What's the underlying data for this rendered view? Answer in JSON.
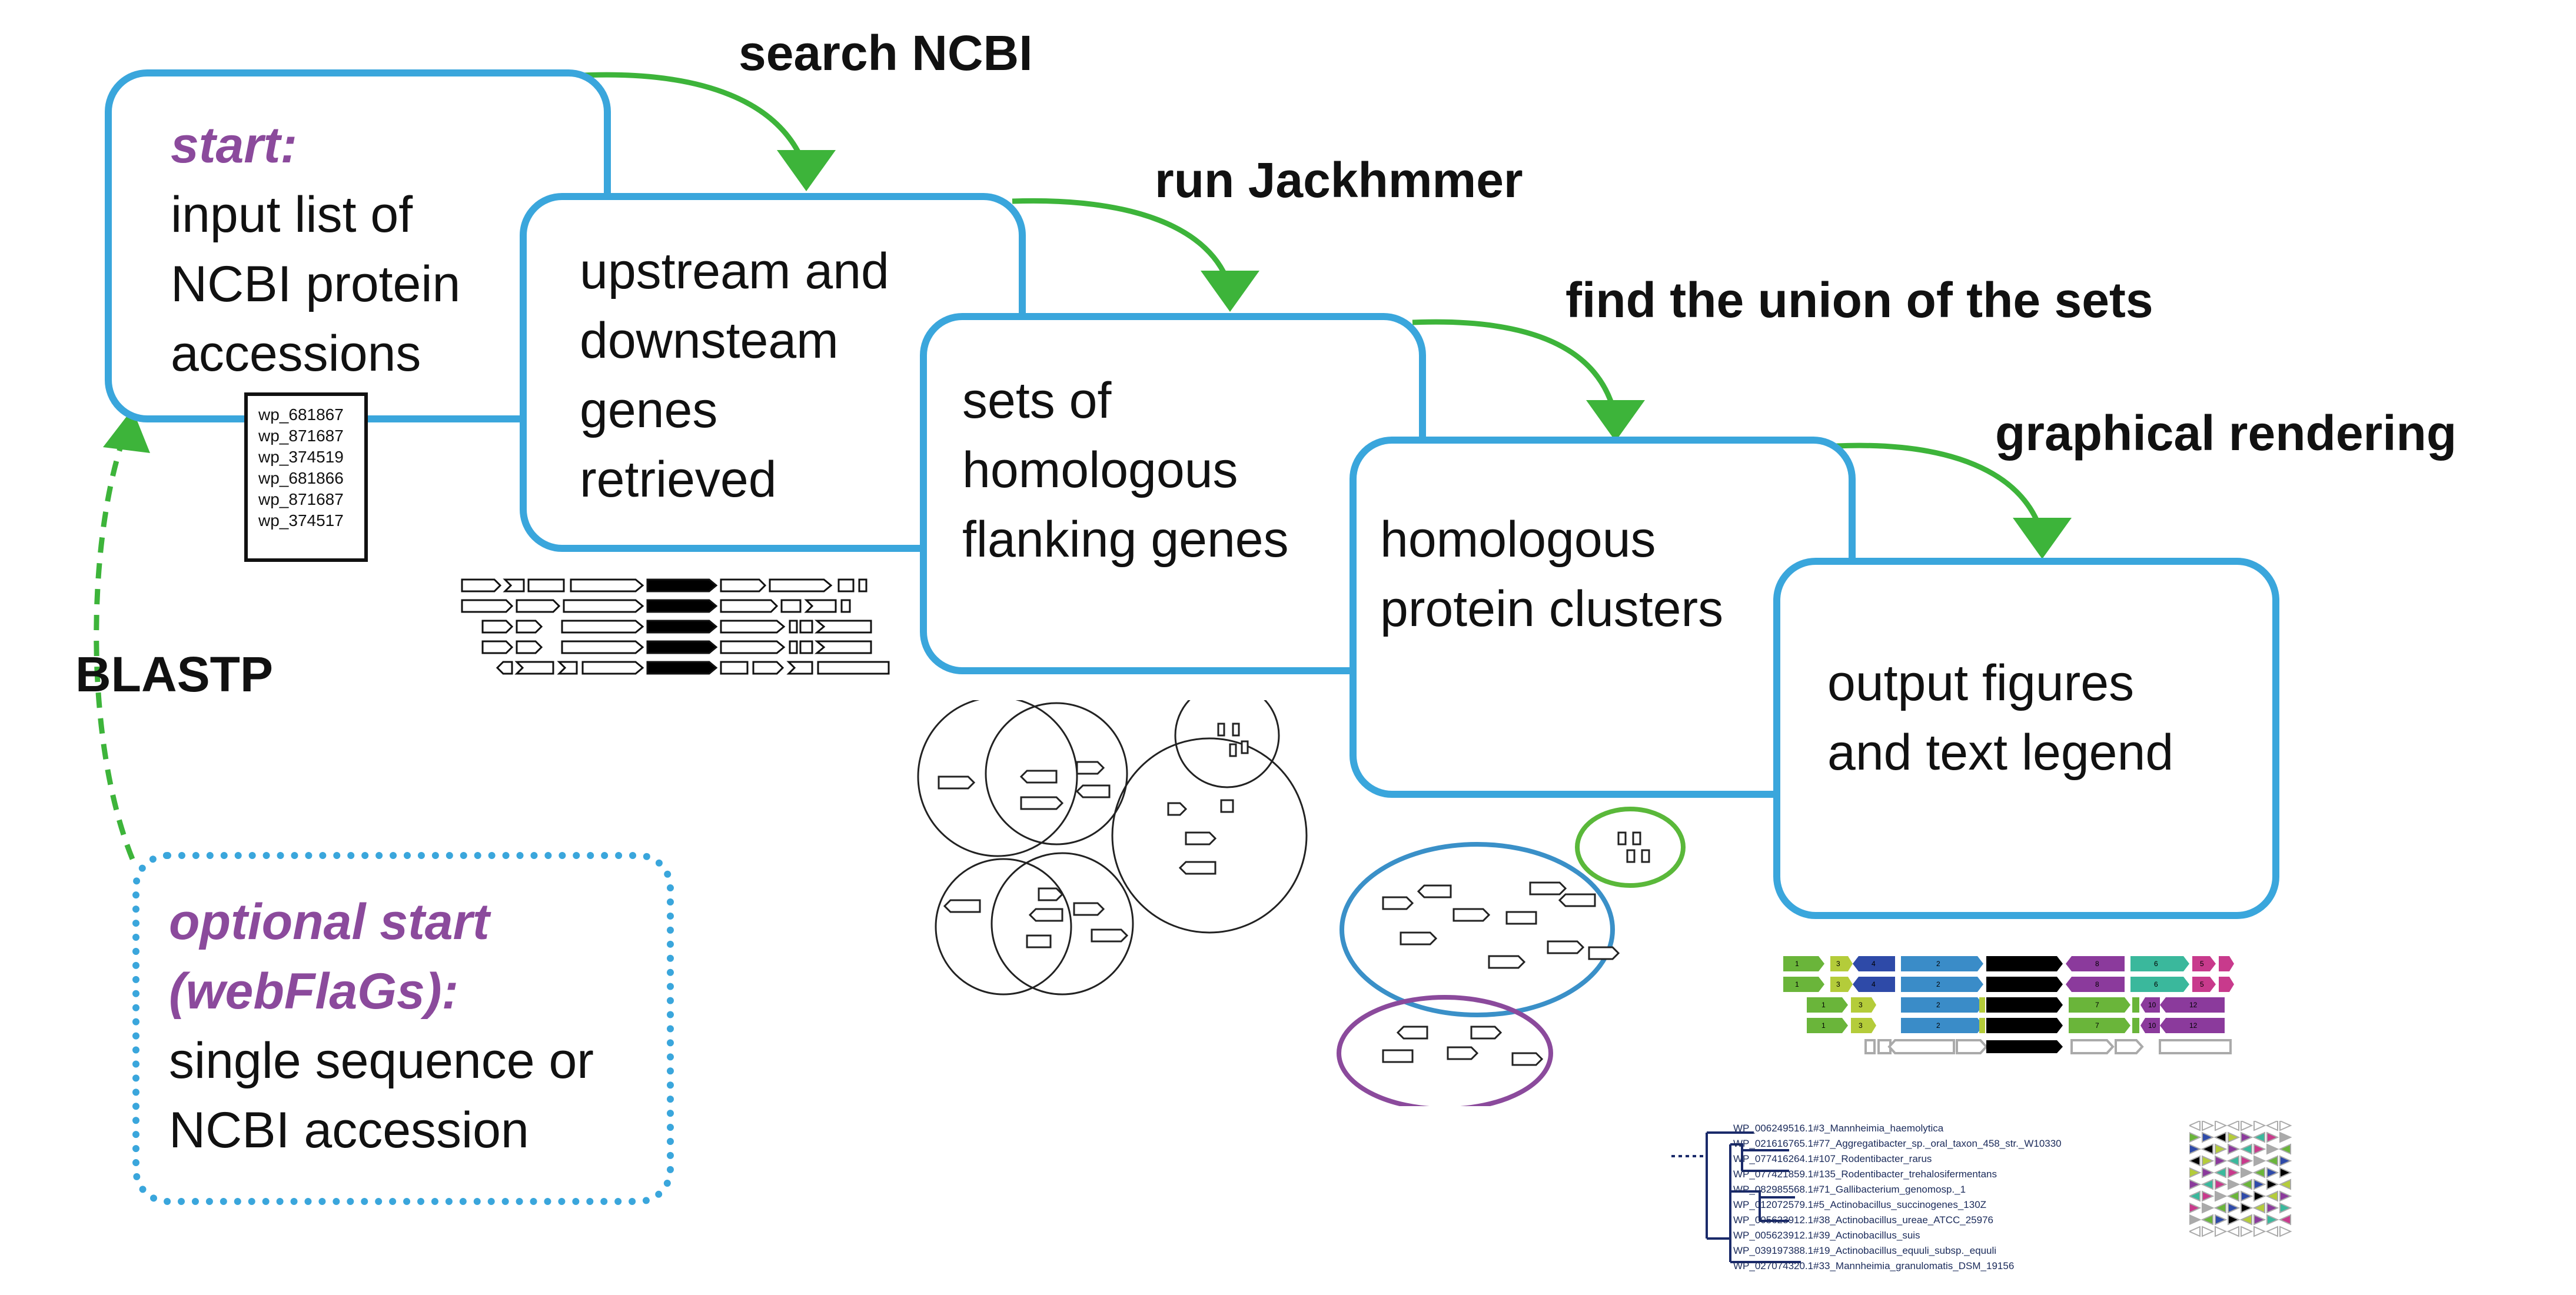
{
  "colors": {
    "box_border": "#3aa6dc",
    "arrow_green": "#3db43a",
    "purple_text": "#8b4a9c",
    "cluster_blue": "#3a90c8",
    "cluster_purple": "#8b4a9c",
    "cluster_green": "#5ab83a"
  },
  "boxes": {
    "start": {
      "title": "start:",
      "lines": [
        "input list of",
        "NCBI protein",
        "accessions"
      ]
    },
    "retrieved": {
      "lines": [
        "upstream and",
        "downsteam",
        "genes",
        "retrieved"
      ]
    },
    "homologous_sets": {
      "lines": [
        "sets of",
        "homologous",
        "flanking genes"
      ]
    },
    "clusters": {
      "lines": [
        "homologous",
        "protein clusters"
      ]
    },
    "output": {
      "lines": [
        "output figures",
        "and text legend"
      ]
    },
    "optional_start": {
      "title_lines": [
        "optional start",
        "(webFlaGs):"
      ],
      "lines": [
        "single sequence or",
        "NCBI accession"
      ]
    }
  },
  "step_labels": {
    "search": "search NCBI",
    "jackhmmer": "run Jackhmmer",
    "union": "find the union of the sets",
    "render": "graphical rendering",
    "blastp": "BLASTP"
  },
  "accessions": [
    "wp_681867",
    "wp_871687",
    "wp_374519",
    "wp_681866",
    "wp_871687",
    "wp_374517"
  ],
  "tree_leaves": [
    "WP_006249516.1#3_Mannheimia_haemolytica",
    "WP_021616765.1#77_Aggregatibacter_sp._oral_taxon_458_str._W10330",
    "WP_077416264.1#107_Rodentibacter_rarus",
    "WP_077421859.1#135_Rodentibacter_trehalosifermentans",
    "WP_082985568.1#71_Gallibacterium_genomosp._1",
    "WP_012072579.1#5_Actinobacillus_succinogenes_130Z",
    "WP_005623912.1#38_Actinobacillus_ureae_ATCC_25976",
    "WP_005623912.1#39_Actinobacillus_suis",
    "WP_039197388.1#19_Actinobacillus_equuli_subsp._equuli",
    "WP_027074320.1#33_Mannheimia_granulomatis_DSM_19156"
  ],
  "color_gene_rows": [
    [
      "1",
      "3",
      "4",
      "2",
      "",
      "8",
      "6",
      "5",
      ""
    ],
    [
      "1",
      "3",
      "4",
      "2",
      "",
      "8",
      "6",
      "5",
      ""
    ],
    [
      "1",
      "3",
      "2",
      "",
      "7",
      "",
      "10",
      "12"
    ],
    [
      "1",
      "3",
      "2",
      "",
      "7",
      "",
      "10",
      "12"
    ]
  ]
}
